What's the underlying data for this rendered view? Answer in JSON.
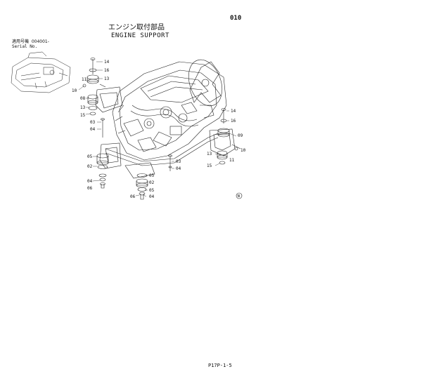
{
  "page": {
    "number": "010",
    "title_jp": "エンジン取付部品",
    "title_en": "ENGINE SUPPORT",
    "serial_label_jp": "適用号機",
    "serial_value": "004001-",
    "serial_label_en": "Serial No.",
    "footer": "P17P-1-5"
  },
  "callouts": {
    "c14a": "14",
    "c16a": "16",
    "c13a": "13",
    "c11a": "11",
    "c10a": "10",
    "c08a": "08",
    "c13b": "13",
    "c15a": "15",
    "c03a": "03",
    "c04a": "04",
    "c05a": "05",
    "c02a": "02",
    "c04b": "04",
    "c06a": "06",
    "c05b": "05",
    "c02b": "02",
    "c05c": "05",
    "c06b": "06",
    "c04c": "04",
    "c03b": "03",
    "c04d": "04",
    "c14b": "14",
    "c16b": "16",
    "c09a": "09",
    "c10b": "10",
    "c13c": "13",
    "c11b": "11",
    "c15b": "15",
    "direction_mark": "N"
  }
}
